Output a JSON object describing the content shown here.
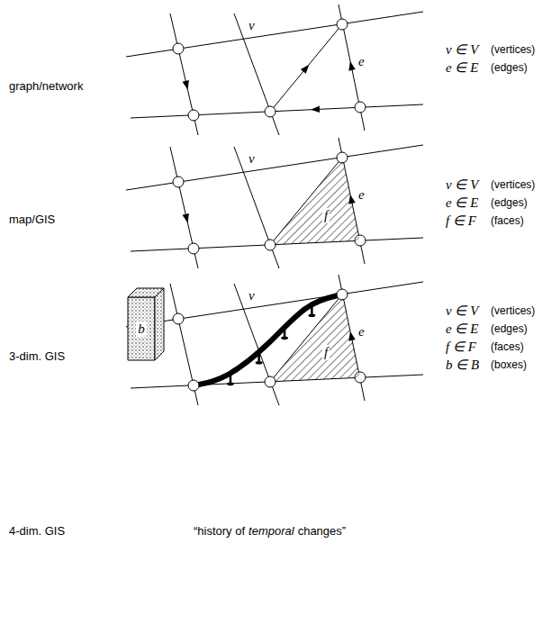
{
  "diagram": {
    "nodes": [
      {
        "text": [
          "f"
        ]
      },
      {
        "text": [
          "b"
        ]
      },
      {
        "text": [
          "f"
        ]
      }
    ],
    "labels": [
      "graph/network",
      "v",
      "e",
      "v ∈ V",
      "(vertices)",
      "e ∈ E",
      "(edges)",
      "map/GIS",
      "v",
      "e",
      "v ∈ V",
      "(vertices)",
      "e ∈ E",
      "(edges)",
      "f ∈ F",
      "(faces)",
      "3-dim. GIS",
      "v",
      "e",
      "v ∈ V",
      "(vertices)",
      "e ∈ E",
      "(edges)",
      "f ∈ F",
      "(faces)",
      "b ∈ B",
      "(boxes)",
      "4-dim. GIS",
      "“history of",
      "temporal",
      "changes”"
    ]
  }
}
